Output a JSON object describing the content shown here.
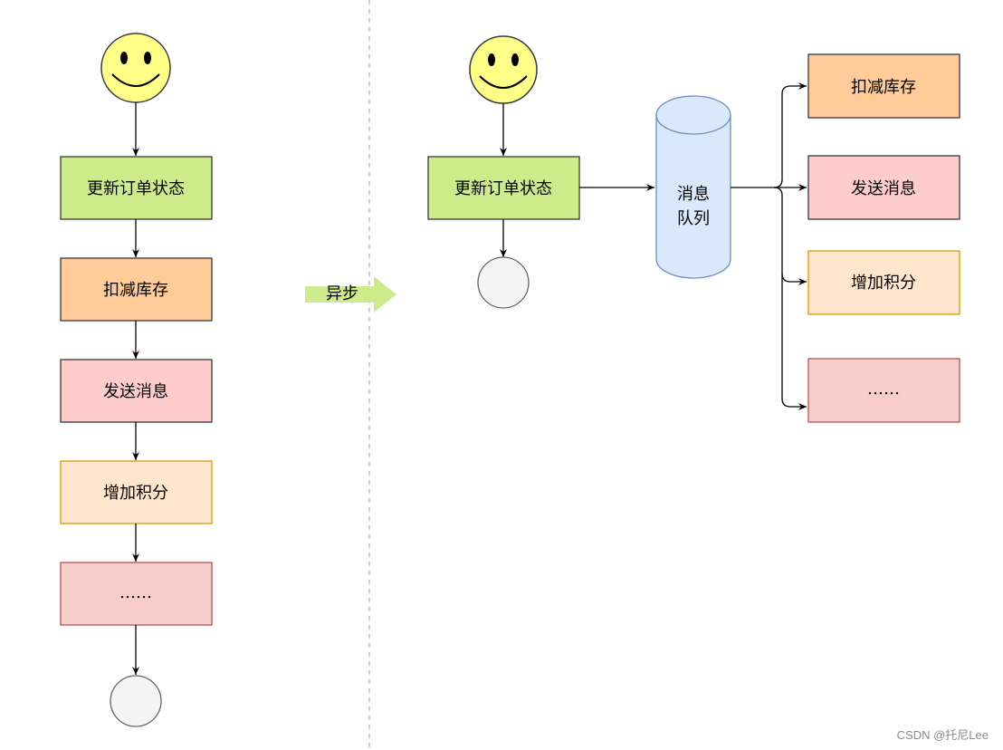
{
  "colors": {
    "green_fill": "#cdeb8b",
    "green_stroke": "#36393d",
    "orange_fill": "#ffcc99",
    "orange_stroke": "#36393d",
    "pink_fill": "#ffcccc",
    "pink_stroke": "#36393d",
    "cream_fill": "#ffe6cc",
    "cream_stroke": "#d79b00",
    "red_fill": "#f8cecc",
    "red_stroke": "#b85450",
    "queue_fill": "#dae8fc",
    "queue_stroke": "#6c8ebf",
    "smiley_fill": "#ffff88",
    "end_fill": "#f5f5f5",
    "async_arrow": "#cdeb8b",
    "divider": "#b0b0b0"
  },
  "sync_flow": {
    "start_icon": "smiley-icon",
    "steps": [
      "更新订单状态",
      "扣减库存",
      "发送消息",
      "增加积分",
      "……"
    ],
    "end_icon": "end-circle"
  },
  "async_label": "异步",
  "async_flow": {
    "start_icon": "smiley-icon",
    "step": "更新订单状态",
    "end_icon": "end-circle",
    "queue_line1": "消息",
    "queue_line2": "队列",
    "consumers": [
      "扣减库存",
      "发送消息",
      "增加积分",
      "……"
    ]
  },
  "watermark": "CSDN @托尼Lee"
}
